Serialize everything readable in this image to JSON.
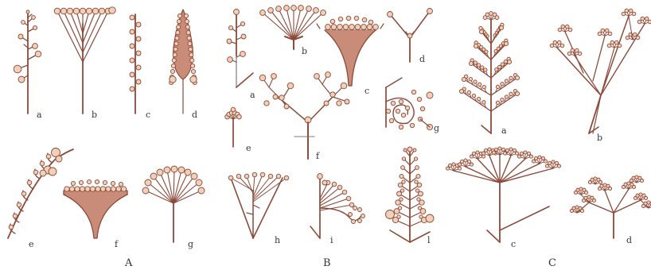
{
  "colors": {
    "stem": "#8c4a3a",
    "bud": "#f0d0b8",
    "budStroke": "#8c4a3a",
    "cup": "#c88c78",
    "grayStem": "#a8a8a8"
  },
  "groups": [
    {
      "id": "A",
      "label": "A",
      "items": [
        {
          "id": "a",
          "label": "a",
          "type": "raceme"
        },
        {
          "id": "b",
          "label": "b",
          "type": "corymb"
        },
        {
          "id": "c",
          "label": "c",
          "type": "spike"
        },
        {
          "id": "d",
          "label": "d",
          "type": "spadix"
        },
        {
          "id": "e",
          "label": "e",
          "type": "catkin"
        },
        {
          "id": "f",
          "label": "f",
          "type": "capitulum"
        },
        {
          "id": "g",
          "label": "g",
          "type": "umbel"
        }
      ]
    },
    {
      "id": "B",
      "label": "B",
      "items": [
        {
          "id": "a",
          "label": "a",
          "type": "raceme"
        },
        {
          "id": "b",
          "label": "b",
          "type": "umbel"
        },
        {
          "id": "c",
          "label": "c",
          "type": "capitulum"
        },
        {
          "id": "d",
          "label": "d",
          "type": "cyme"
        },
        {
          "id": "e",
          "label": "e",
          "type": "glomerule"
        },
        {
          "id": "f",
          "label": "f",
          "type": "dichasium"
        },
        {
          "id": "g",
          "label": "g",
          "type": "scorpioid"
        },
        {
          "id": "h",
          "label": "h",
          "type": "corymb"
        },
        {
          "id": "i",
          "label": "i",
          "type": "helicoid"
        },
        {
          "id": "l",
          "label": "l",
          "type": "thyrse"
        }
      ]
    },
    {
      "id": "C",
      "label": "C",
      "items": [
        {
          "id": "a",
          "label": "a",
          "type": "panicle"
        },
        {
          "id": "b",
          "label": "b",
          "type": "compound corymb"
        },
        {
          "id": "c",
          "label": "c",
          "type": "compound umbel"
        },
        {
          "id": "d",
          "label": "d",
          "type": "compound cyme"
        }
      ]
    }
  ]
}
